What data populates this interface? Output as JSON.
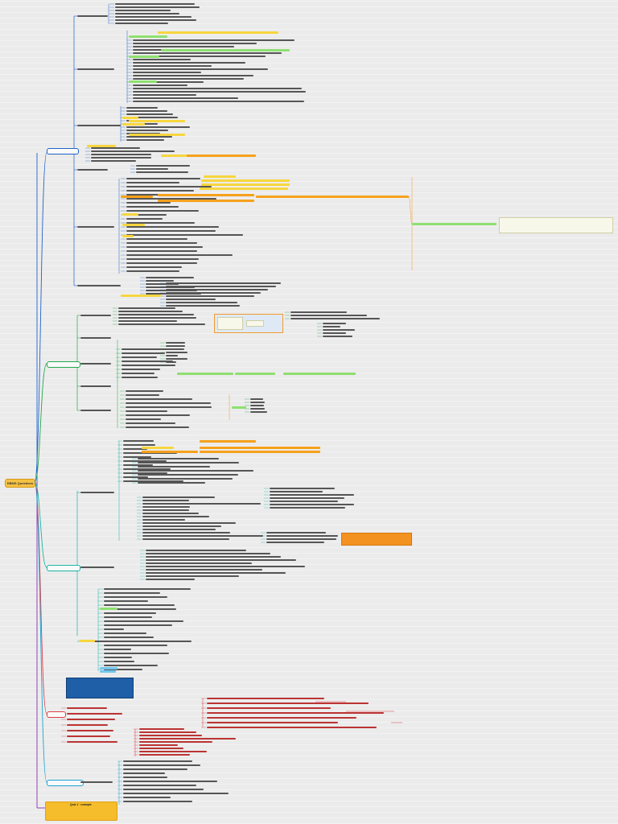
{
  "root": {
    "label": "DBMS Questions"
  },
  "branches": [
    {
      "id": "b1",
      "label": "",
      "color": "#1f62c9"
    },
    {
      "id": "b2",
      "label": "",
      "color": "#21a84b"
    },
    {
      "id": "b3",
      "label": "",
      "color": "#1ab3a6"
    },
    {
      "id": "b4",
      "label": "",
      "color": "#e03b48"
    },
    {
      "id": "b5",
      "label": "",
      "color": "#1ca3d6"
    }
  ],
  "quiz": {
    "label": "Quiz 1 · example"
  },
  "palette": {
    "highlight_yellow": "#f7d63f",
    "highlight_orange": "#f6a11c",
    "highlight_green": "#8ee070",
    "highlight_blue": "#72c6ef",
    "orange_box": "#f39220",
    "blue_box": "#1f5fa8",
    "root_fill": "#f6c243",
    "purple_trunk": "#8c2fb5"
  }
}
